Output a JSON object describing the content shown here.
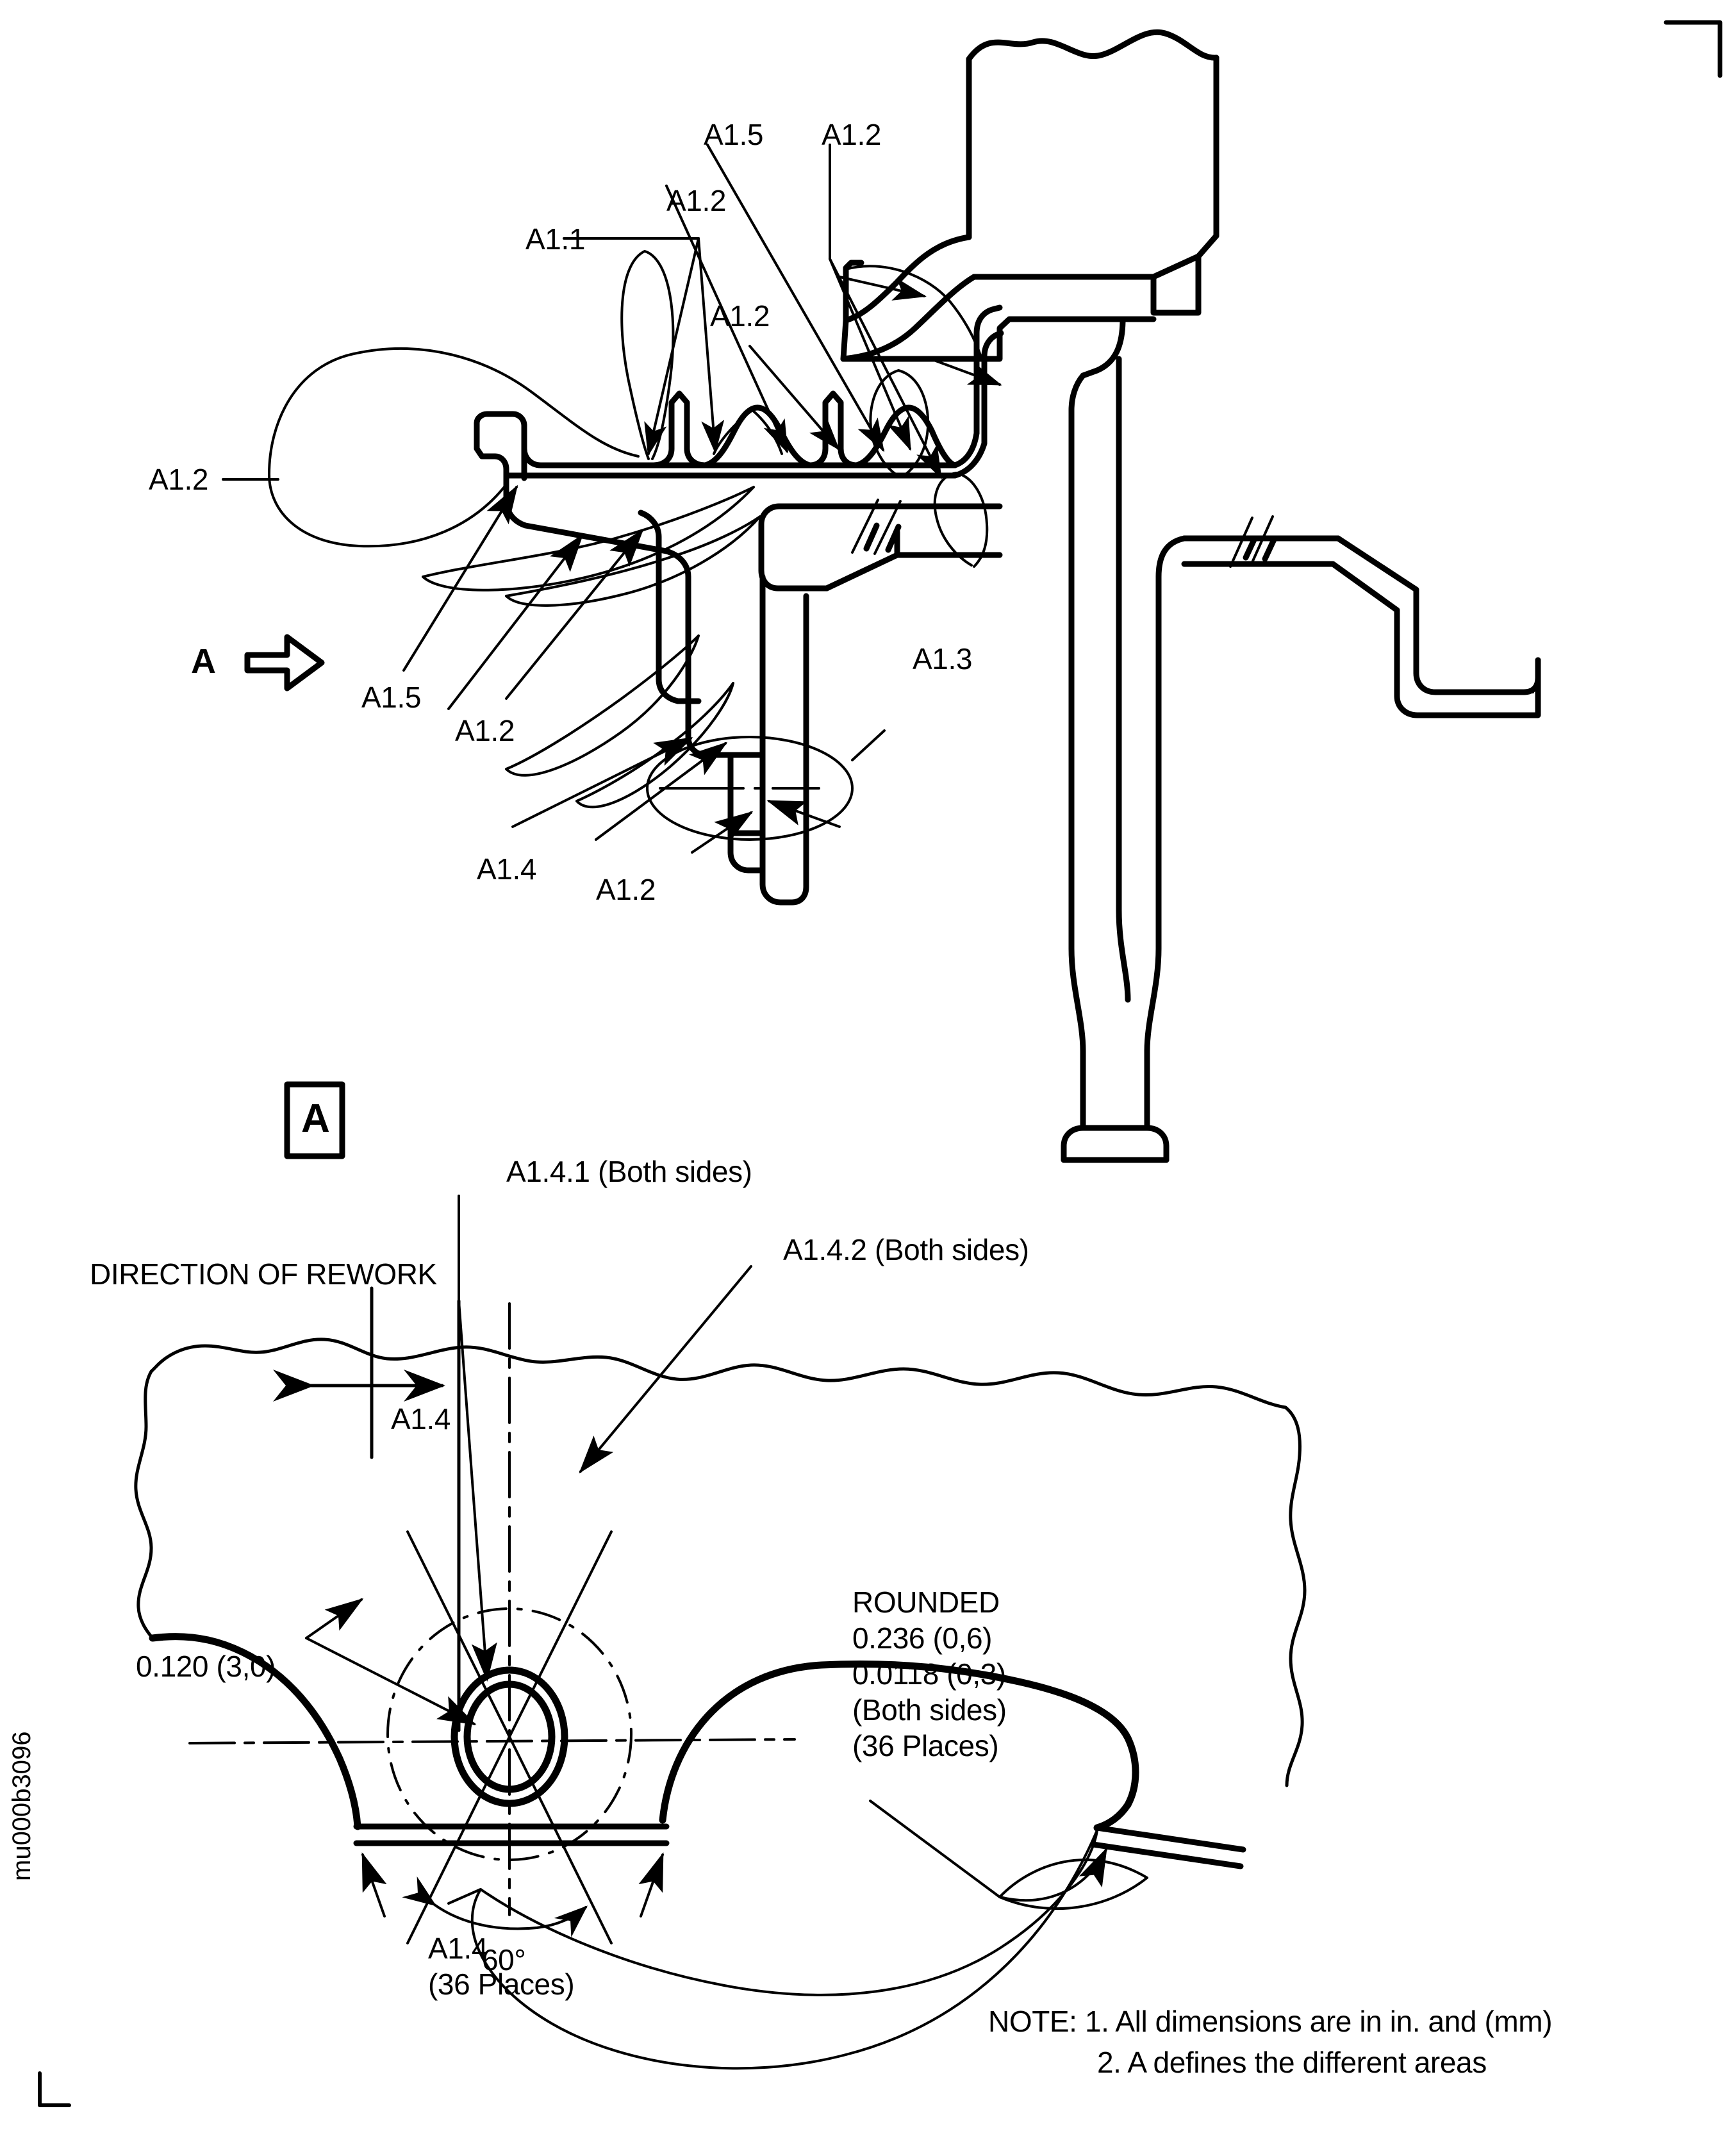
{
  "drawing": {
    "id_text": "mu000b3096",
    "detail_marker": "A",
    "view_arrow_letter": "A"
  },
  "main_view": {
    "callouts": [
      {
        "key": "a11_top",
        "text": "A1.1"
      },
      {
        "key": "a12_upper_mid",
        "text": "A1.2"
      },
      {
        "key": "a15_top",
        "text": "A1.5"
      },
      {
        "key": "a12_top_right",
        "text": "A1.2"
      },
      {
        "key": "a12_center",
        "text": "A1.2"
      },
      {
        "key": "a12_left",
        "text": "A1.2"
      },
      {
        "key": "a15_lower",
        "text": "A1.5"
      },
      {
        "key": "a12_lower_left",
        "text": "A1.2"
      },
      {
        "key": "a13_right",
        "text": "A1.3"
      },
      {
        "key": "a14_lower",
        "text": "A1.4"
      },
      {
        "key": "a12_bottom",
        "text": "A1.2"
      }
    ]
  },
  "detail_view": {
    "title": "A",
    "direction_label": "DIRECTION OF REWORK",
    "dim_a14": "A1.4",
    "callout_a141": "A1.4.1 (Both sides)",
    "callout_a142": "A1.4.2 (Both sides)",
    "dim_thickness": "0.120 (3,0)",
    "dim_angle": "60°",
    "rounded_note": "ROUNDED\n0.236 (0,6)\n0.0118 (0,3)\n(Both sides)\n(36 Places)",
    "a14_places": "A1.4\n(36 Places)"
  },
  "notes": {
    "line1": "NOTE: 1. All dimensions are in in. and (mm)",
    "line2": "2. A defines the different areas"
  },
  "colors": {
    "line": "#000000",
    "background": "#ffffff"
  }
}
